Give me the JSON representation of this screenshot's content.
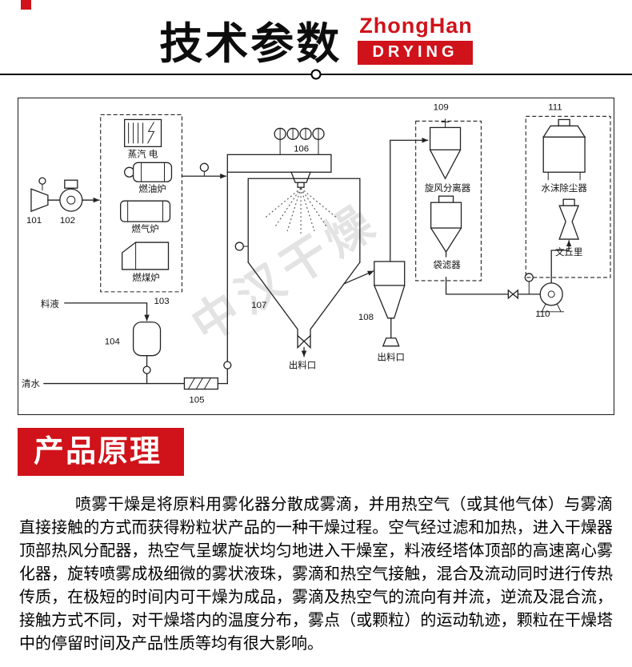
{
  "theme": {
    "accent_red": "#d0121a"
  },
  "header": {
    "title": "技术参数",
    "brand": "ZhongHan",
    "brand_sub": "DRYING"
  },
  "diagram": {
    "watermark": "中汉干燥",
    "labels": {
      "n101": "101",
      "n102": "102",
      "n103": "103",
      "n104": "104",
      "n105": "105",
      "n106": "106",
      "n107": "107",
      "n108": "108",
      "n109": "109",
      "n110": "110",
      "n111": "111",
      "steam_electric": "蒸汽 电",
      "oil_furnace": "燃油炉",
      "gas_furnace": "燃气炉",
      "coal_furnace": "燃煤炉",
      "feed_liquid": "料液",
      "clean_water": "清水",
      "outlet_tower": "出料口",
      "outlet_cyclone": "出料口",
      "cyclone_separator": "旋风分离器",
      "bag_filter": "袋滤器",
      "water_mist_collector": "水沫除尘器",
      "venturi": "文丘里"
    }
  },
  "section": {
    "title": "产品原理",
    "paragraph": "喷雾干燥是将原料用雾化器分散成雾滴，并用热空气（或其他气体）与雾滴直接接触的方式而获得粉粒状产品的一种干燥过程。空气经过滤和加热，进入干燥器顶部热风分配器，热空气呈螺旋状均匀地进入干燥室，料液经塔体顶部的高速离心雾化器，旋转喷雾成极细微的雾状液珠，雾滴和热空气接触，混合及流动同时进行传热传质，在极短的时间内可干燥为成品，雾滴及热空气的流向有并流，逆流及混合流，接触方式不同，对干燥塔内的温度分布，雾点（或颗粒）的运动轨迹，颗粒在干燥塔中的停留时间及产品性质等均有很大影响。"
  }
}
